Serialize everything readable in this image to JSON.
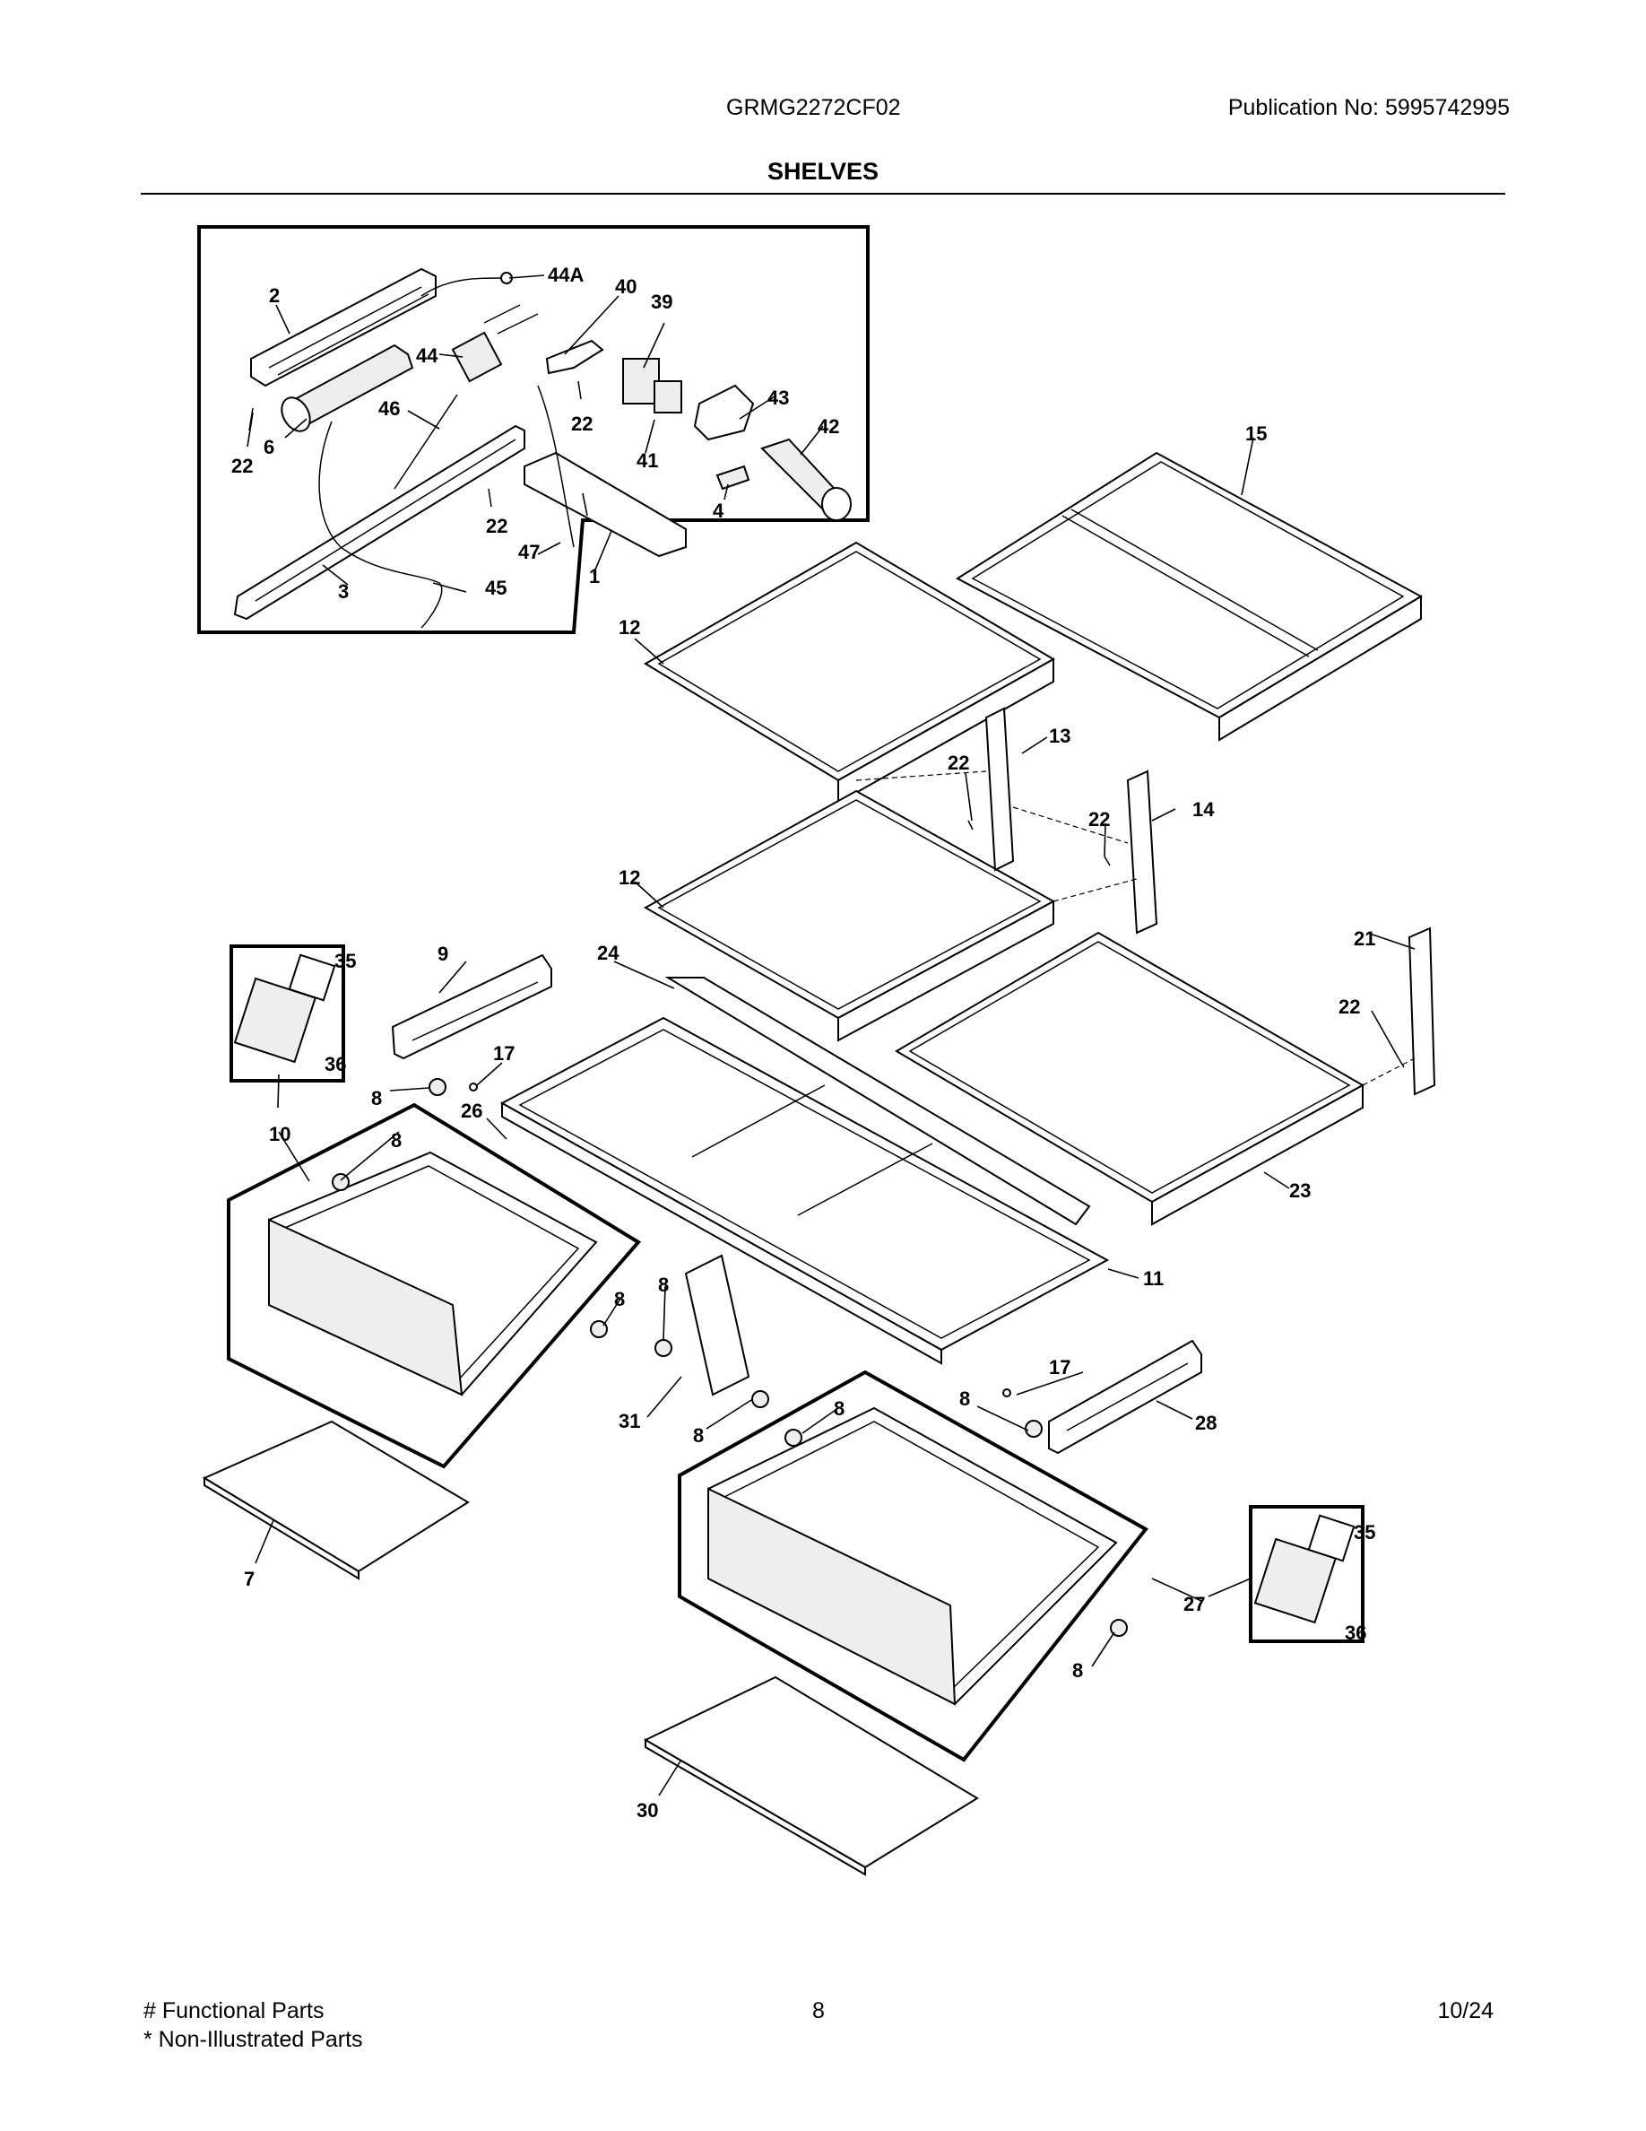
{
  "header": {
    "model": "GRMG2272CF02",
    "publication_label": "Publication No:",
    "publication_number": "5995742995"
  },
  "title": "SHELVES",
  "footer": {
    "functional_parts": "# Functional Parts",
    "non_illustrated_parts": "* Non-Illustrated Parts",
    "page_number": "8",
    "date": "10/24"
  },
  "callouts": {
    "c2": "2",
    "c44a": "44A",
    "c40": "40",
    "c39": "39",
    "c44": "44",
    "c46": "46",
    "c6": "6",
    "c22a": "22",
    "c22b": "22",
    "c43": "43",
    "c42": "42",
    "c41": "41",
    "c4": "4",
    "c22c": "22",
    "c47": "47",
    "c1": "1",
    "c3": "3",
    "c45": "45",
    "c15": "15",
    "c12a": "12",
    "c13": "13",
    "c22d": "22",
    "c22e": "22",
    "c14": "14",
    "c12b": "12",
    "c21": "21",
    "c22f": "22",
    "c35a": "35",
    "c36a": "36",
    "c9": "9",
    "c24": "24",
    "c17a": "17",
    "c8a": "8",
    "c26": "26",
    "c10": "10",
    "c8b": "8",
    "c8c": "8",
    "c8d": "8",
    "c23": "23",
    "c11": "11",
    "c17b": "17",
    "c8e": "8",
    "c28": "28",
    "c31": "31",
    "c8f": "8",
    "c8g": "8",
    "c35b": "35",
    "c36b": "36",
    "c27": "27",
    "c8h": "8",
    "c7": "7",
    "c30": "30"
  }
}
